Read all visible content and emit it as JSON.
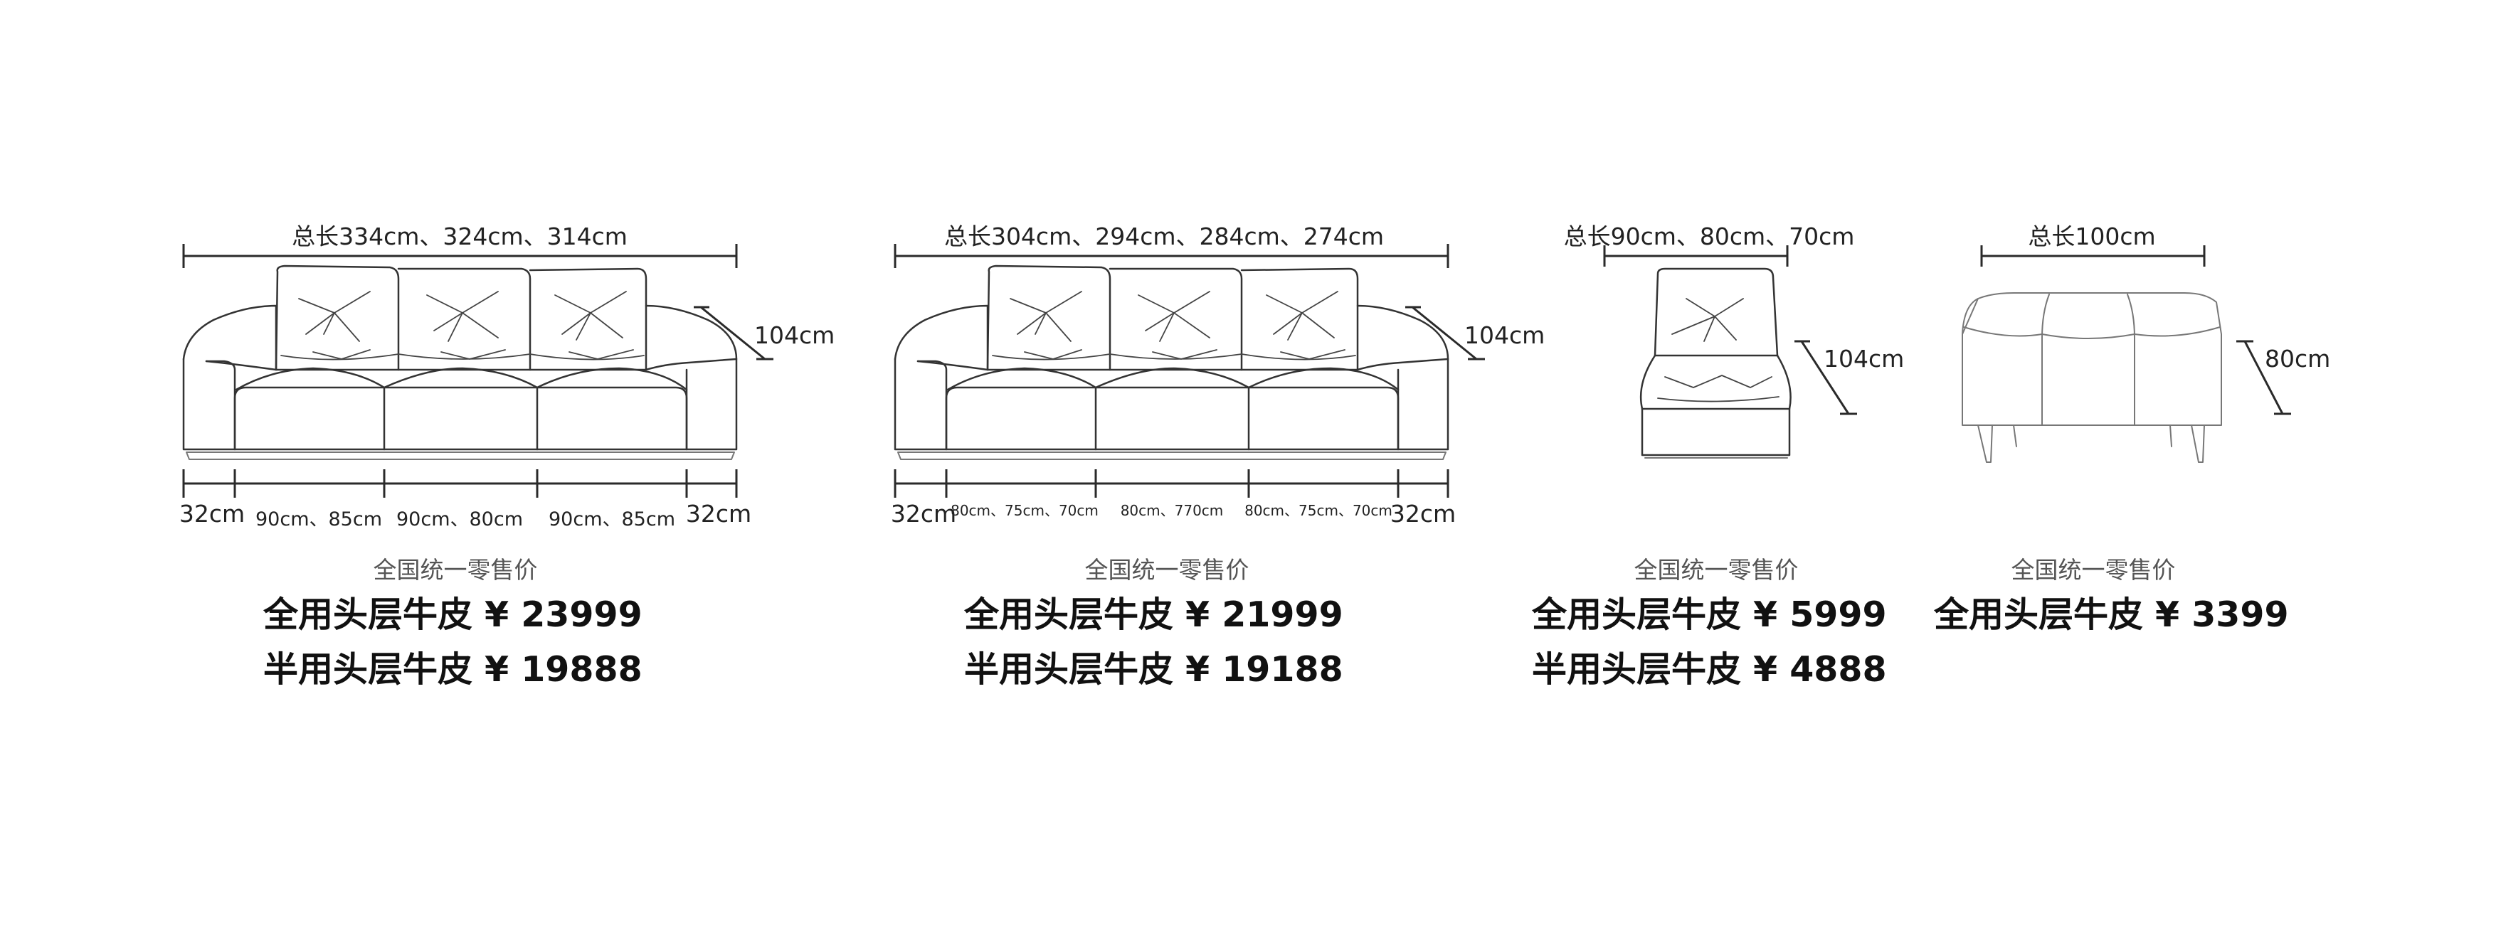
{
  "sofa_4seat": {
    "total_length": "总长334cm、324cm、314cm",
    "height": "104cm",
    "arm_left": "32cm",
    "arm_right": "32cm",
    "seat_1": "90cm、85cm",
    "seat_2": "90cm、80cm",
    "seat_3": "90cm、85cm",
    "retail_note": "全国统一零售价",
    "price_full": "全用头层牛皮 ¥ 23999",
    "price_half": "半用头层牛皮 ¥ 19888"
  },
  "sofa_3seat": {
    "total_length": "总长304cm、294cm、284cm、274cm",
    "height": "104cm",
    "arm_left": "32cm",
    "arm_right": "32cm",
    "seat_1": "80cm、75cm、70cm",
    "seat_2": "80cm、770cm",
    "seat_3": "80cm、75cm、70cm",
    "retail_note": "全国统一零售价",
    "price_full": "全用头层牛皮 ¥ 21999",
    "price_half": "半用头层牛皮 ¥ 19188"
  },
  "chair": {
    "total_length": "总长90cm、80cm、70cm",
    "height": "104cm",
    "retail_note": "全国统一零售价",
    "price_full": "全用头层牛皮 ¥ 5999",
    "price_half": "半用头层牛皮 ¥ 4888"
  },
  "ottoman": {
    "total_length": "总长100cm",
    "height": "80cm",
    "retail_note": "全国统一零售价",
    "price_full": "全用头层牛皮 ¥ 3399"
  }
}
